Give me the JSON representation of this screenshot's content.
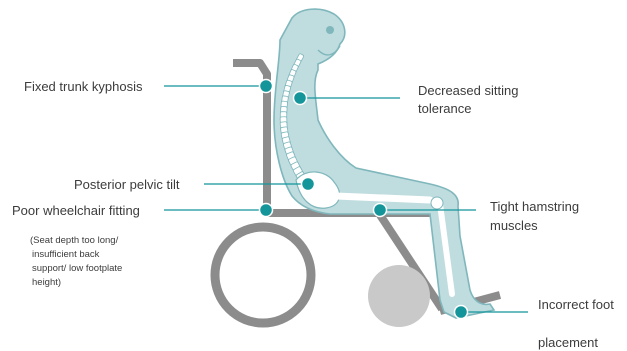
{
  "colors": {
    "body_fill": "#bfdcdf",
    "body_stroke": "#7fb7bc",
    "spine": "#ffffff",
    "chair": "#8c8c8c",
    "ball": "#c9c9c9",
    "marker": "#13959a",
    "leader_line": "#13959a",
    "text": "#3c3c3c"
  },
  "labels": {
    "trunk_kyphosis": "Fixed trunk kyphosis",
    "sitting_tolerance_1": "Decreased sitting",
    "sitting_tolerance_2": "tolerance",
    "pelvic_tilt": "Posterior pelvic tilt",
    "wheelchair_fitting": "Poor wheelchair fitting",
    "fitting_note_1": "(Seat depth too long/",
    "fitting_note_2": "insufficient back",
    "fitting_note_3": "support/ low footplate",
    "fitting_note_4": "height)",
    "hamstring_1": "Tight hamstring",
    "hamstring_2": "muscles",
    "foot_placement_1": "Incorrect foot",
    "foot_placement_2": "placement"
  }
}
